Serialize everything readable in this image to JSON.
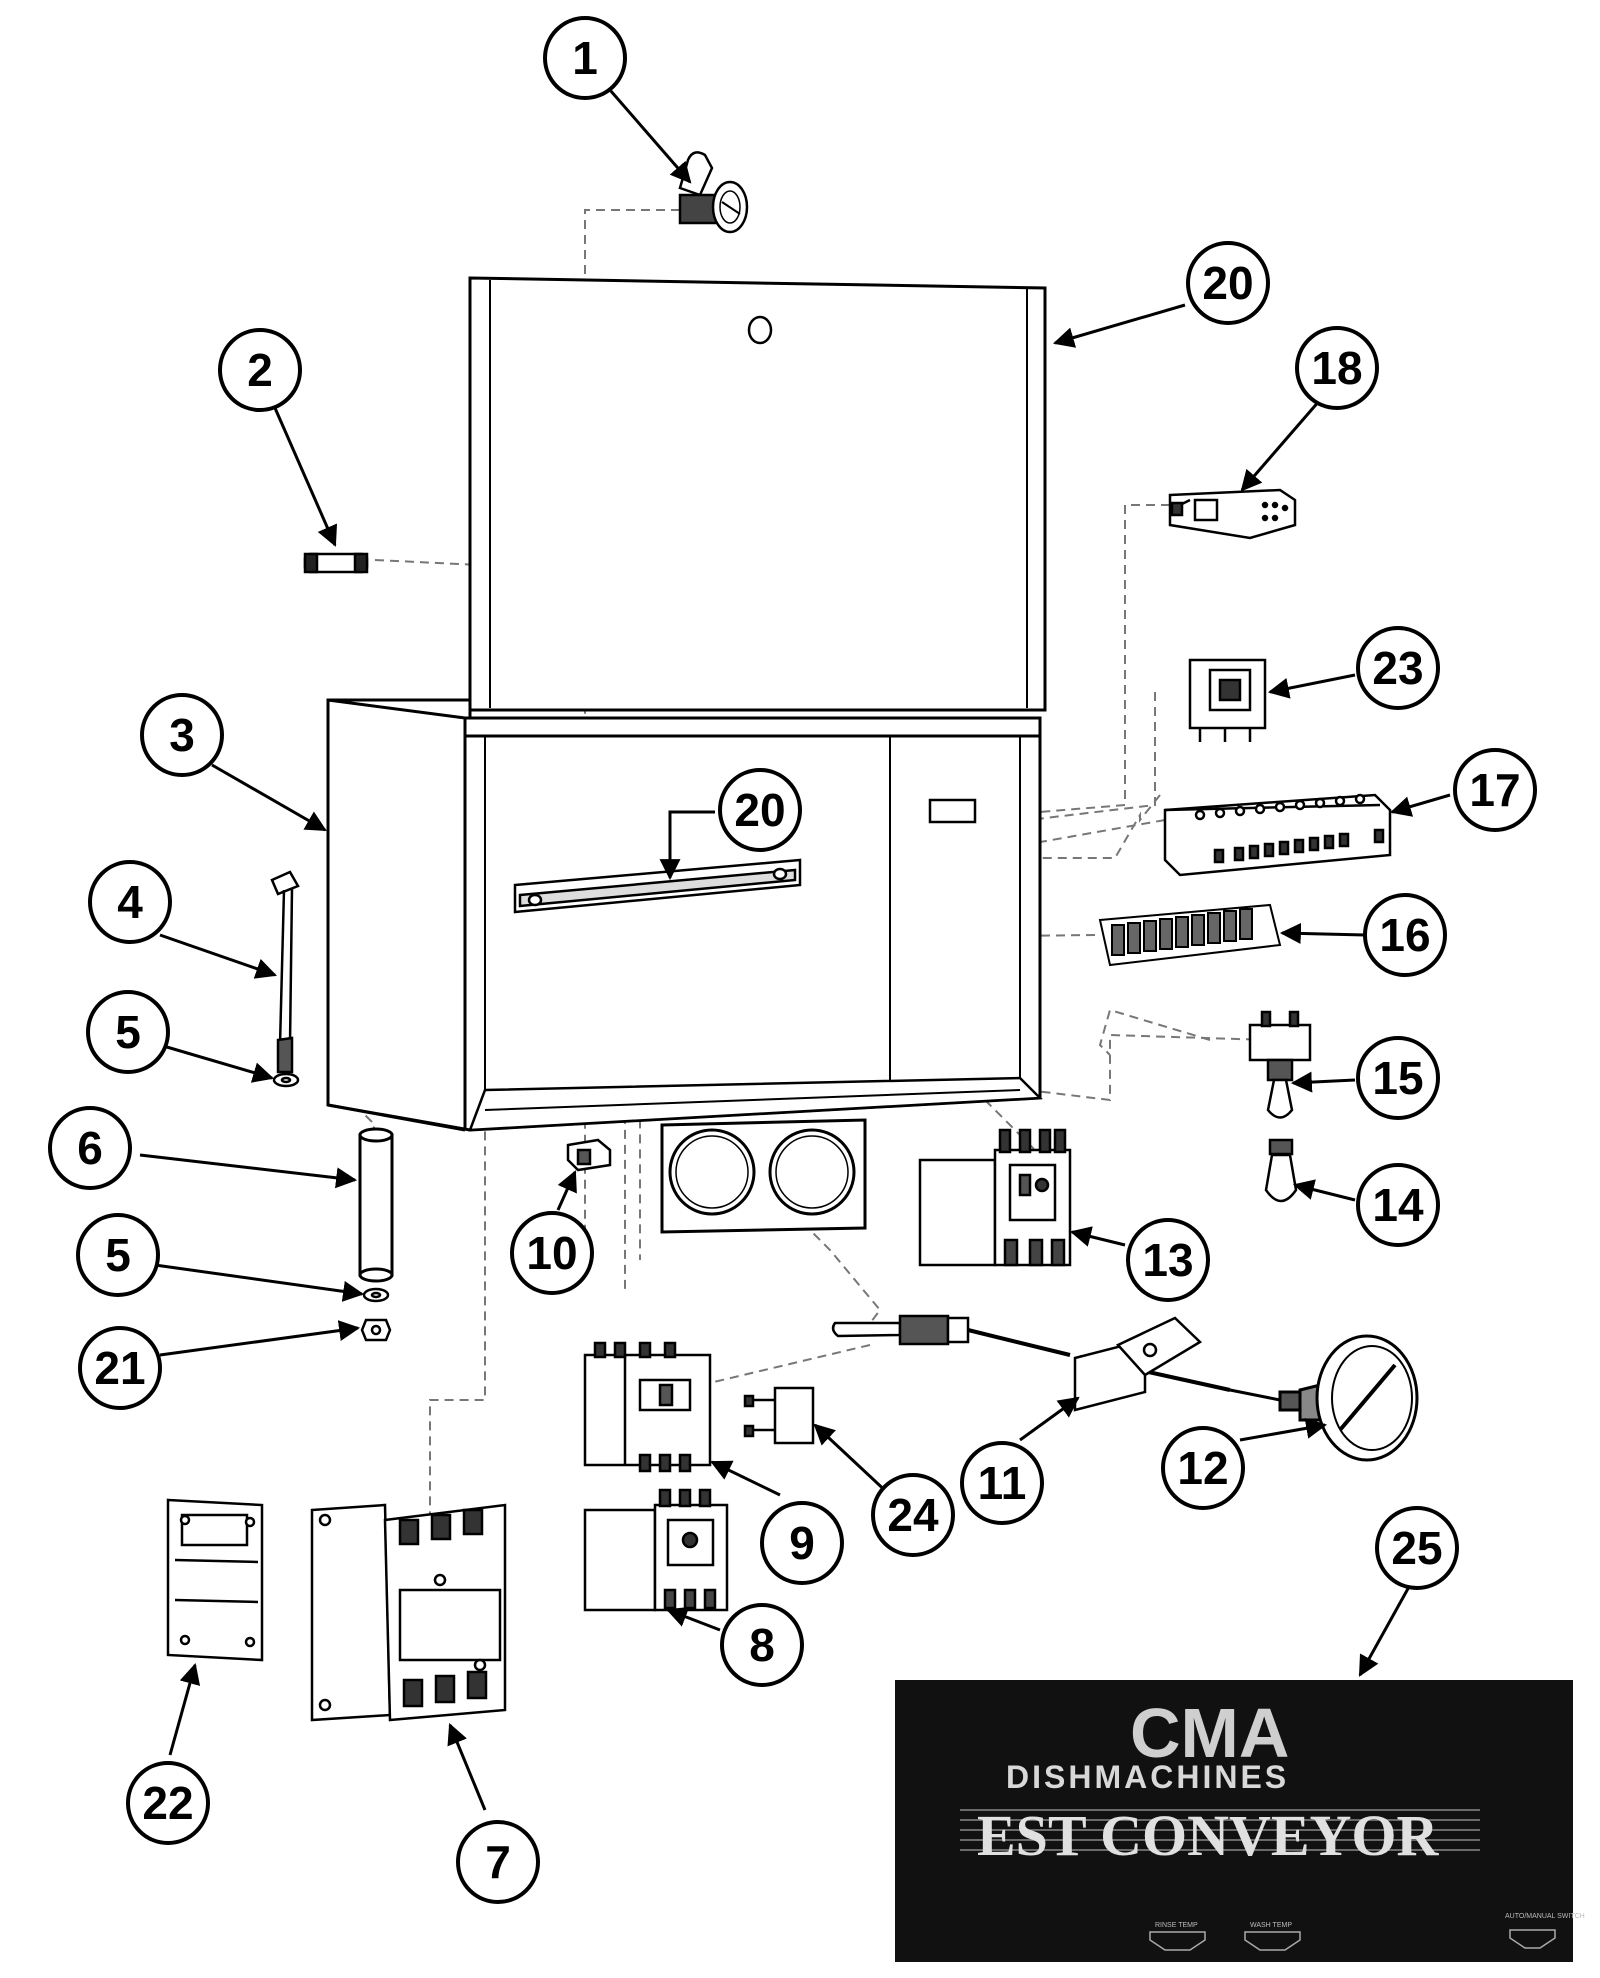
{
  "callouts": [
    {
      "id": "c1",
      "number": "1"
    },
    {
      "id": "c2",
      "number": "2"
    },
    {
      "id": "c3",
      "number": "3"
    },
    {
      "id": "c4",
      "number": "4"
    },
    {
      "id": "c5a",
      "number": "5"
    },
    {
      "id": "c6",
      "number": "6"
    },
    {
      "id": "c5b",
      "number": "5"
    },
    {
      "id": "c21",
      "number": "21"
    },
    {
      "id": "c20a",
      "number": "20"
    },
    {
      "id": "c18",
      "number": "18"
    },
    {
      "id": "c23",
      "number": "23"
    },
    {
      "id": "c20b",
      "number": "20"
    },
    {
      "id": "c17",
      "number": "17"
    },
    {
      "id": "c16",
      "number": "16"
    },
    {
      "id": "c15",
      "number": "15"
    },
    {
      "id": "c14",
      "number": "14"
    },
    {
      "id": "c13",
      "number": "13"
    },
    {
      "id": "c10",
      "number": "10"
    },
    {
      "id": "c24",
      "number": "24"
    },
    {
      "id": "c11",
      "number": "11"
    },
    {
      "id": "c12",
      "number": "12"
    },
    {
      "id": "c9",
      "number": "9"
    },
    {
      "id": "c8",
      "number": "8"
    },
    {
      "id": "c25",
      "number": "25"
    },
    {
      "id": "c22",
      "number": "22"
    },
    {
      "id": "c7",
      "number": "7"
    }
  ],
  "plate": {
    "line1": "CMA",
    "line2": "DISHMACHINES",
    "line3": "EST CONVEYOR",
    "indicator_rinse": "RINSE TEMP",
    "indicator_wash": "WASH TEMP",
    "indicator_switch": "AUTO/MANUAL SWITCH",
    "background_color": "#111111"
  }
}
